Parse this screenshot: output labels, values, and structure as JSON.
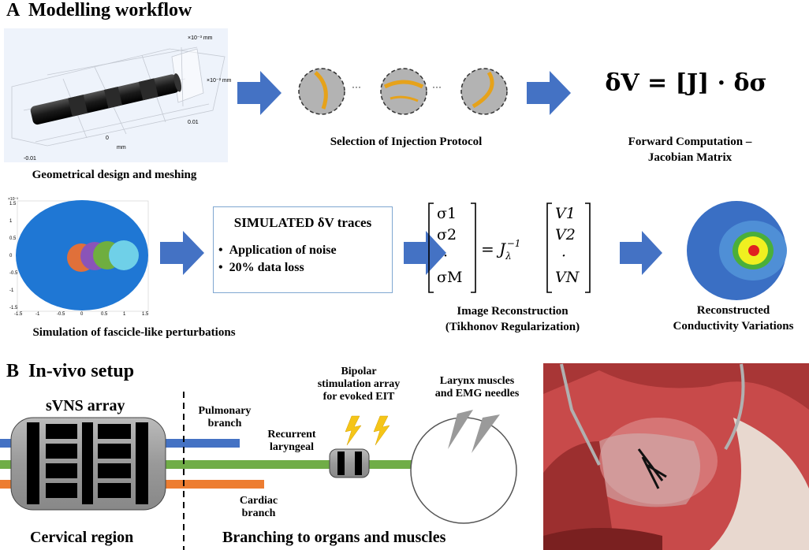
{
  "section_a": {
    "letter": "A",
    "title": "Modelling workflow"
  },
  "section_b": {
    "letter": "B",
    "title": "In-vivo setup"
  },
  "captions": {
    "geometry": "Geometrical design and meshing",
    "injection": "Selection of Injection Protocol",
    "forward_1": "Forward Computation –",
    "forward_2": "Jacobian Matrix",
    "simulation": "Simulation of fascicle-like perturbations",
    "reconstruction_1": "Image Reconstruction",
    "reconstruction_2": "(Tikhonov Regularization)",
    "reconstructed_1": "Reconstructed",
    "reconstructed_2": "Conductivity Variations"
  },
  "formula_forward": "δV = [J] · δσ",
  "traces_box": {
    "title": "SIMULATED δV traces",
    "items": [
      "Application of noise",
      "20% data loss"
    ]
  },
  "inverse_equation": {
    "lhs": [
      "σ1",
      "σ2",
      "·",
      "σM"
    ],
    "operator": "= J",
    "op_sub": "λ",
    "op_sup": "−1",
    "rhs": [
      "V1",
      "V2",
      "·",
      "VN"
    ]
  },
  "mesh_axes": {
    "tick_top": "×10⁻³ mm",
    "tick_right": "×10⁻³ mm",
    "tick_001": "0.01",
    "tick_0": "0",
    "tick_m001": "-0.01",
    "unit_mm": "mm"
  },
  "scatter_axes": {
    "y_ticks": [
      "1.5",
      "1",
      "0.5",
      "0",
      "-0.5",
      "-1",
      "-1.5"
    ],
    "x_ticks": [
      "-1.5",
      "-1",
      "-0.5",
      "0",
      "0.5",
      "1",
      "1.5"
    ],
    "exp": "×10⁻³"
  },
  "invivo": {
    "svns": "sVNS array",
    "cervical": "Cervical region",
    "branching": "Branching to organs and muscles",
    "pulmonary_1": "Pulmonary",
    "pulmonary_2": "branch",
    "recurrent_1": "Recurrent",
    "recurrent_2": "laryngeal",
    "cardiac_1": "Cardiac",
    "cardiac_2": "branch",
    "bipolar_1": "Bipolar",
    "bipolar_2": "stimulation array",
    "bipolar_3": "for evoked EIT",
    "larynx_1": "Larynx muscles",
    "larynx_2": "and EMG needles"
  },
  "colors": {
    "arrow": "#4472c4",
    "nerve_blue": "#4472c4",
    "nerve_green": "#70ad47",
    "nerve_orange": "#ed7d31",
    "scatter_bg": "#1f77d4",
    "recon_outer": "#3a6fc4"
  }
}
